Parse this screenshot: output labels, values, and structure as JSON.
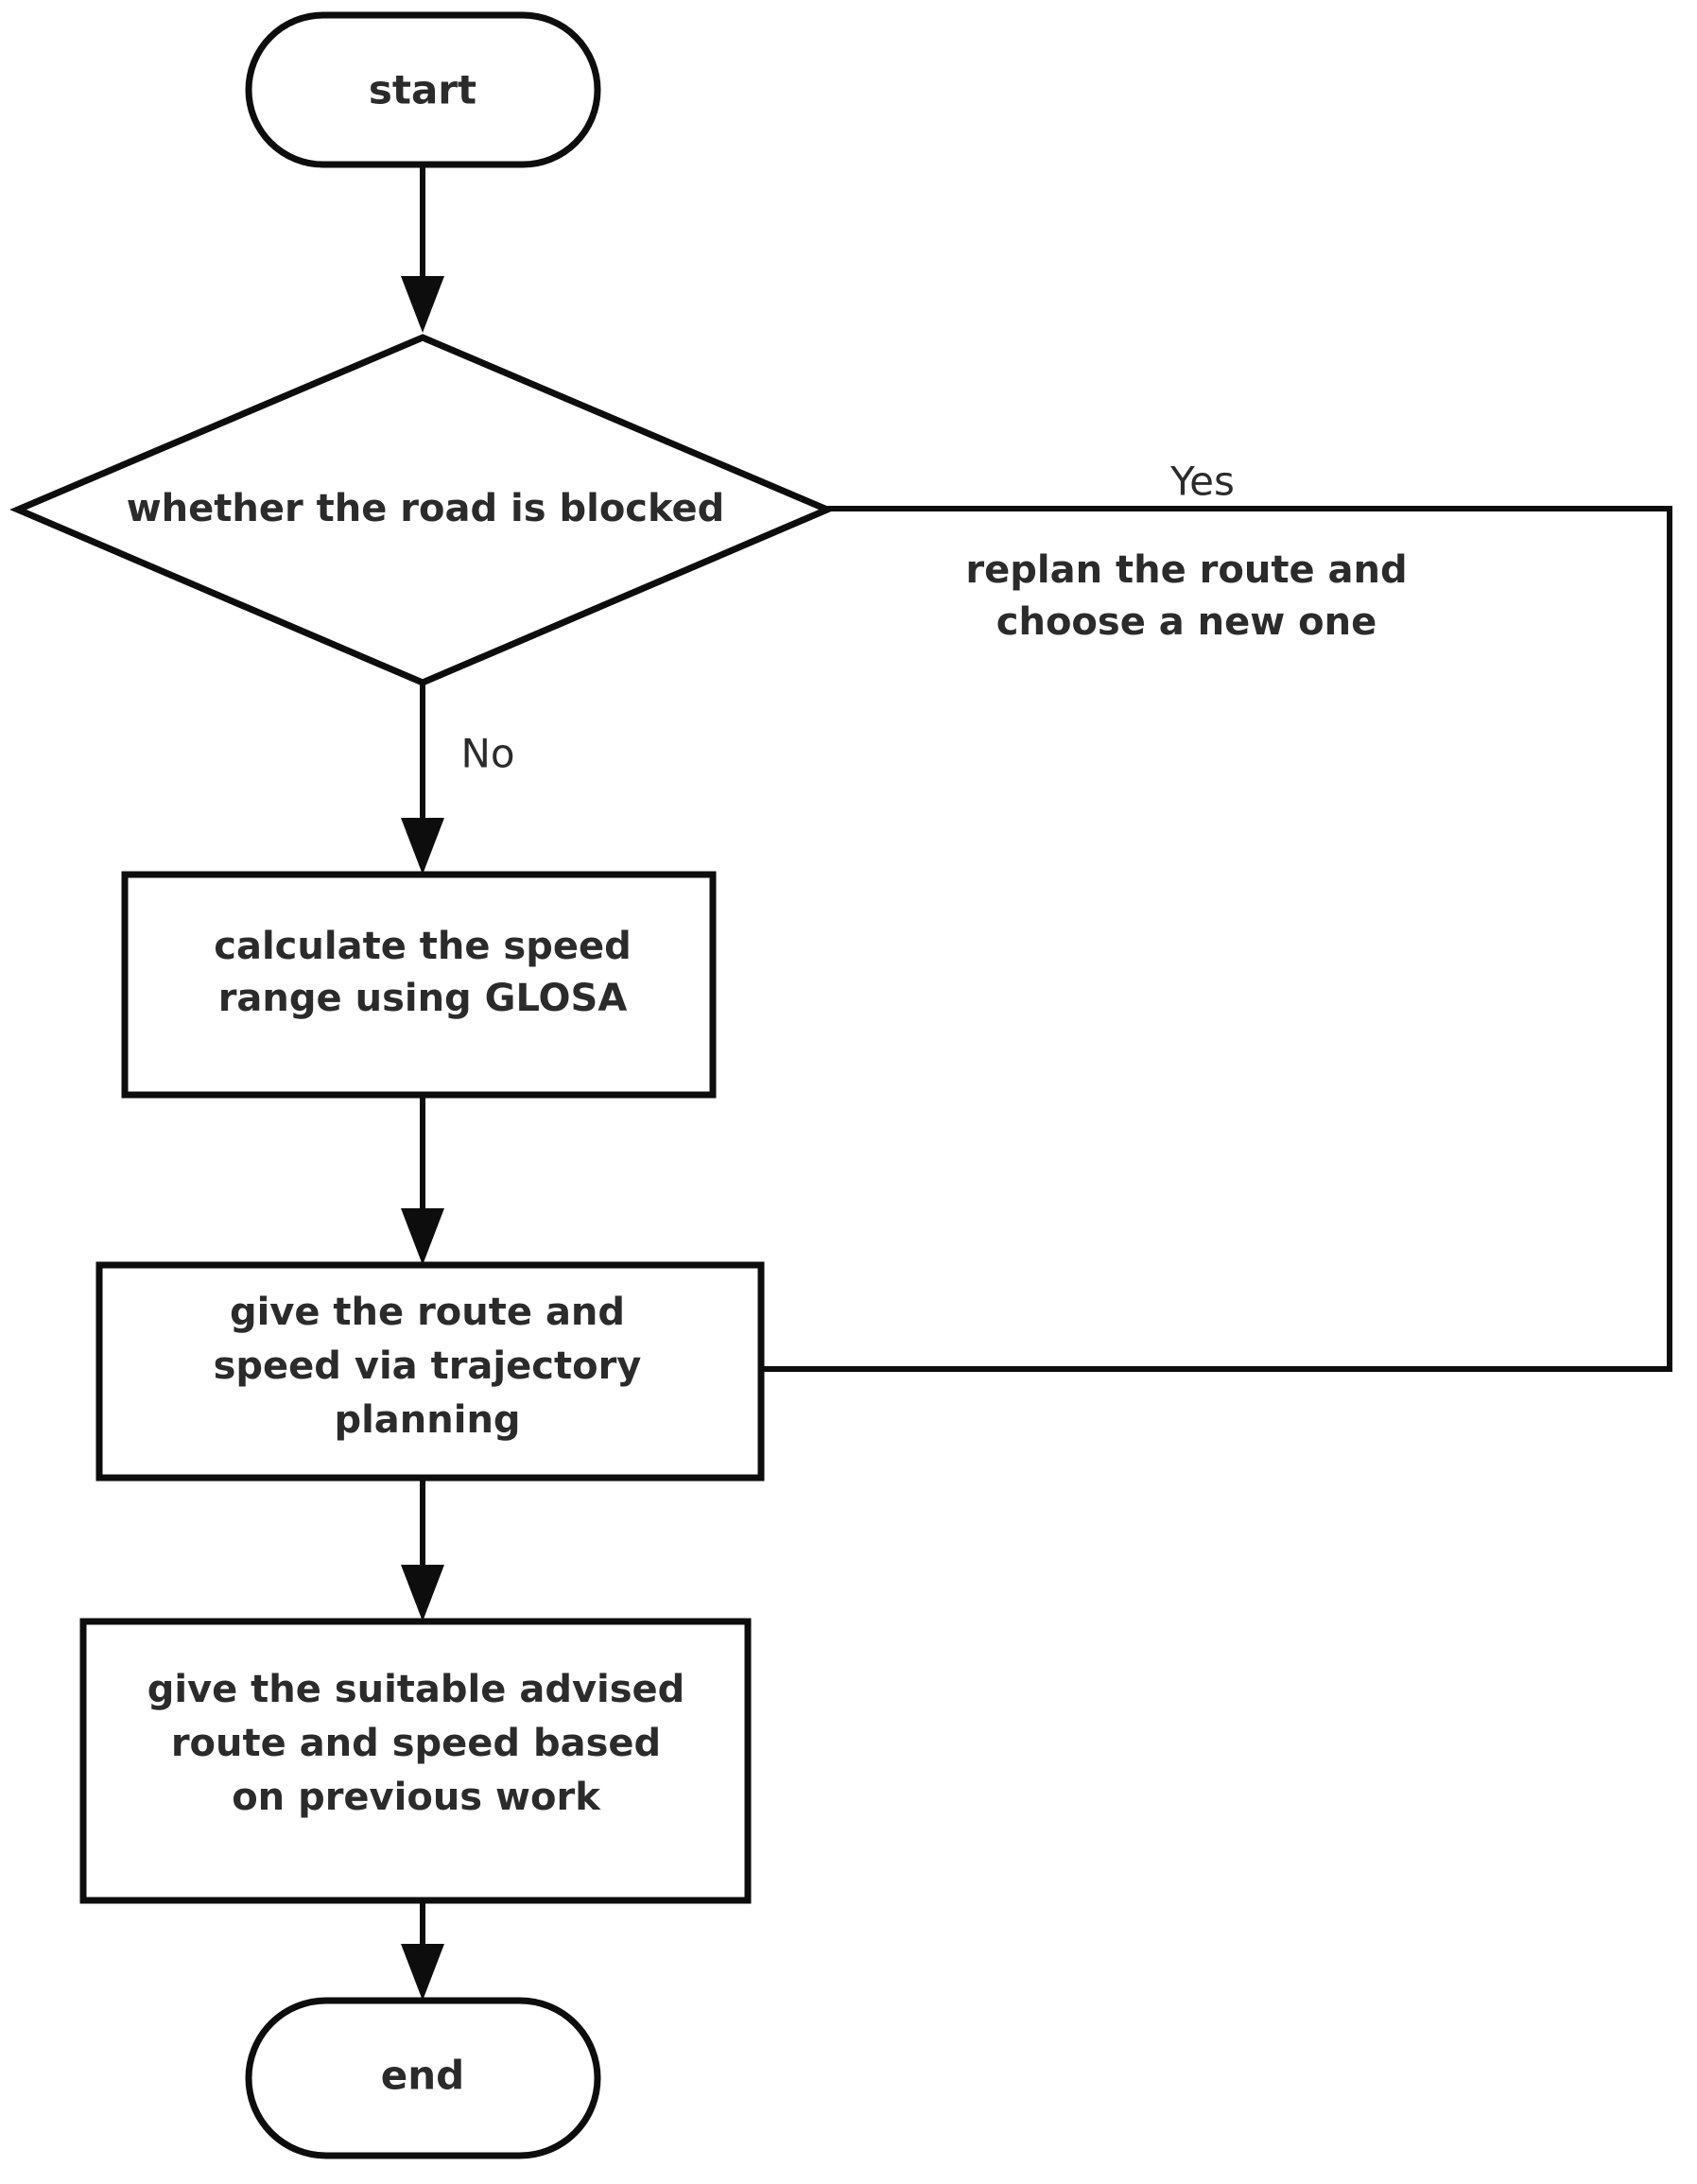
{
  "diagram": {
    "type": "flowchart",
    "title": "",
    "background_color": "#ffffff",
    "line_color": "#0d0d0d",
    "text_color": "#2b2b2b",
    "nodes": [
      {
        "id": "start",
        "shape": "terminator",
        "label": "start"
      },
      {
        "id": "decision",
        "shape": "diamond",
        "label": "whether the road is blocked"
      },
      {
        "id": "glosa",
        "shape": "process",
        "line1": "calculate the speed",
        "line2": "range  using GLOSA"
      },
      {
        "id": "trajectory",
        "shape": "process",
        "line1": "give the route and",
        "line2": "speed via trajectory",
        "line3": "planning"
      },
      {
        "id": "advised",
        "shape": "process",
        "line1": "give the suitable advised",
        "line2": "route and speed based",
        "line3": "on previous work"
      },
      {
        "id": "end",
        "shape": "terminator",
        "label": "end"
      }
    ],
    "edges": [
      {
        "from": "start",
        "to": "decision",
        "label": ""
      },
      {
        "from": "decision",
        "to": "trajectory",
        "label": "Yes",
        "note_line1": "replan the route and",
        "note_line2": "choose a new one"
      },
      {
        "from": "decision",
        "to": "glosa",
        "label": "No"
      },
      {
        "from": "glosa",
        "to": "trajectory",
        "label": ""
      },
      {
        "from": "trajectory",
        "to": "advised",
        "label": ""
      },
      {
        "from": "advised",
        "to": "end",
        "label": ""
      }
    ]
  },
  "labels": {
    "start": "start",
    "decision": "whether the road is blocked",
    "yes": "Yes",
    "no": "No",
    "replan_line1": "replan the route and",
    "replan_line2": "choose a new one",
    "glosa_line1": "calculate the speed",
    "glosa_line2": "range  using GLOSA",
    "trajectory_line1": "give the route and",
    "trajectory_line2": "speed via trajectory",
    "trajectory_line3": "planning",
    "advised_line1": "give the suitable advised",
    "advised_line2": "route and speed based",
    "advised_line3": "on previous work",
    "end": "end"
  }
}
